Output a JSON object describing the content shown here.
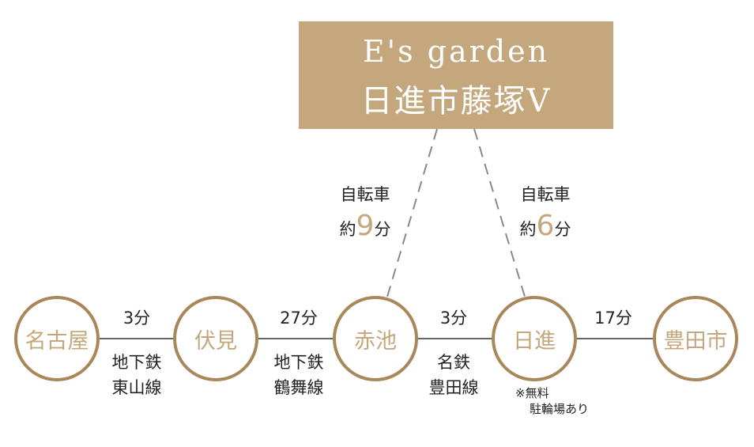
{
  "destination": {
    "line1": "E's garden",
    "line2": "日進市藤塚Ⅴ"
  },
  "bike_routes": [
    {
      "label": "自転車",
      "prefix": "約",
      "minutes": "9",
      "suffix": "分"
    },
    {
      "label": "自転車",
      "prefix": "約",
      "minutes": "6",
      "suffix": "分"
    }
  ],
  "stations": [
    "名古屋",
    "伏見",
    "赤池",
    "日進",
    "豊田市"
  ],
  "segments": [
    {
      "time": "3分",
      "line1": "地下鉄",
      "line2": "東山線"
    },
    {
      "time": "27分",
      "line1": "地下鉄",
      "line2": "鶴舞線"
    },
    {
      "time": "3分",
      "line1": "名鉄",
      "line2": "豊田線"
    },
    {
      "time": "17分",
      "line1": "",
      "line2": ""
    }
  ],
  "note": {
    "line1": "※無料",
    "line2": "駐輪場あり"
  },
  "colors": {
    "gold": "#c4a77d",
    "ring": "#a8875a",
    "line": "#666666"
  }
}
